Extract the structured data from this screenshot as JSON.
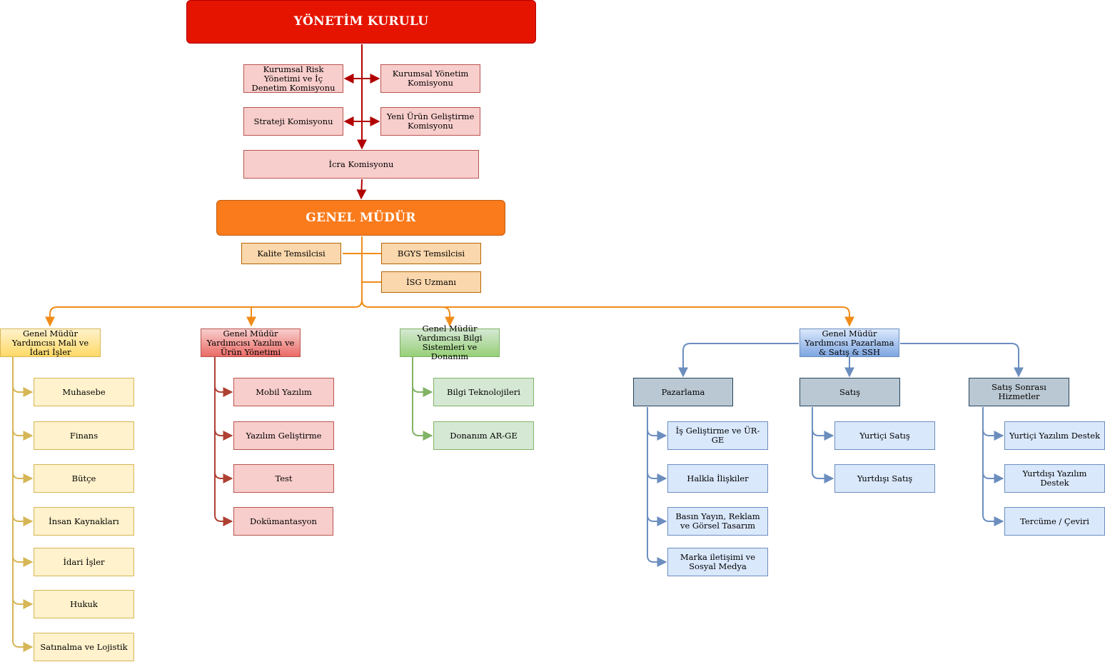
{
  "board": {
    "title": "YÖNETİM KURULU"
  },
  "committees": {
    "risk": "Kurumsal Risk Yönetimi ve İç Denetim Komisyonu",
    "corporate": "Kurumsal Yönetim Komisyonu",
    "strategy": "Strateji Komisyonu",
    "new_product": "Yeni Ürün Geliştirme Komisyonu",
    "executive": "İcra Komisyonu"
  },
  "gm": {
    "title": "GENEL MÜDÜR",
    "staff": {
      "quality": "Kalite Temsilcisi",
      "bgys": "BGYS Temsilcisi",
      "isg": "İSG Uzmanı"
    }
  },
  "deputies": {
    "finance": {
      "title": "Genel Müdür Yardımcısı Mali ve İdari İşler",
      "units": [
        "Muhasebe",
        "Finans",
        "Bütçe",
        "İnsan Kaynakları",
        "İdari İşler",
        "Hukuk",
        "Satınalma ve Lojistik"
      ]
    },
    "software": {
      "title": "Genel Müdür Yardımcısı Yazılım ve Ürün Yönetimi",
      "units": [
        "Mobil Yazılım",
        "Yazılım Geliştirme",
        "Test",
        "Dokümantasyon"
      ]
    },
    "it": {
      "title": "Genel Müdür Yardımcısı Bilgi Sistemleri ve Donanım",
      "units": [
        "Bilgi Teknolojileri",
        "Donanım AR-GE"
      ]
    },
    "marketing": {
      "title": "Genel Müdür Yardımcısı Pazarlama & Satış & SSH",
      "departments": {
        "marketing": {
          "title": "Pazarlama",
          "units": [
            "İş Geliştirme ve ÜR-GE",
            "Halkla İlişkiler",
            "Basın Yayın, Reklam ve Görsel Tasarım",
            "Marka iletişimi ve Sosyal Medya"
          ]
        },
        "sales": {
          "title": "Satış",
          "units": [
            "Yurtiçi Satış",
            "Yurtdışı Satış"
          ]
        },
        "after_sales": {
          "title": "Satış Sonrası Hizmetler",
          "units": [
            "Yurtiçi Yazılım Destek",
            "Yurtdışı Yazılım Destek",
            "Tercüme / Çeviri"
          ]
        }
      }
    }
  },
  "colors": {
    "board": "#e51400",
    "gm": "#fa7b1c",
    "finance_line": "#d6b656",
    "software_line": "#ae4132",
    "it_line": "#82b366",
    "marketing_line": "#6c8ebf",
    "committee_line": "#b20000",
    "gm_line": "#f08c1a"
  }
}
